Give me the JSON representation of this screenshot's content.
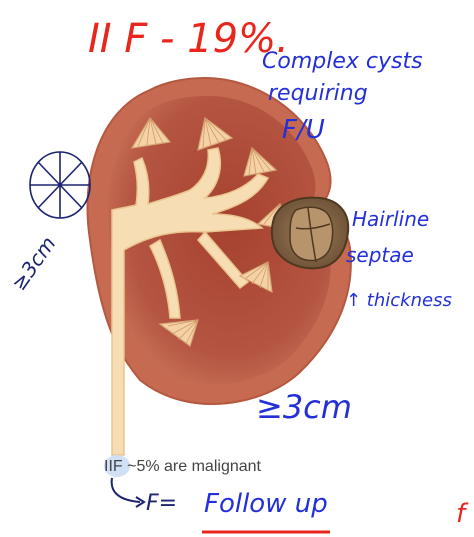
{
  "annotations": {
    "heading": "II F - 19%.",
    "header_note": [
      "Complex cysts",
      "requiring",
      "F/U"
    ],
    "cyst_note": [
      "Hairline",
      "septae",
      "↑ thickness"
    ],
    "left_size": "≥3cm",
    "bottom_size": "≥3cm",
    "follow_up_prefix": "F=",
    "follow_up": "Follow up",
    "edge_glyph": "f"
  },
  "caption": {
    "tag": "IIF",
    "text": " ~5% are malignant"
  },
  "colors": {
    "red_ink": "#e8261e",
    "blue_ink": "#2330d8",
    "navy_ink": "#1c2370",
    "kidney_outer": "#c46a52",
    "kidney_inner": "#9e3f30",
    "pelvis": "#f6dcb2",
    "cyst": "#8a6a4a"
  }
}
